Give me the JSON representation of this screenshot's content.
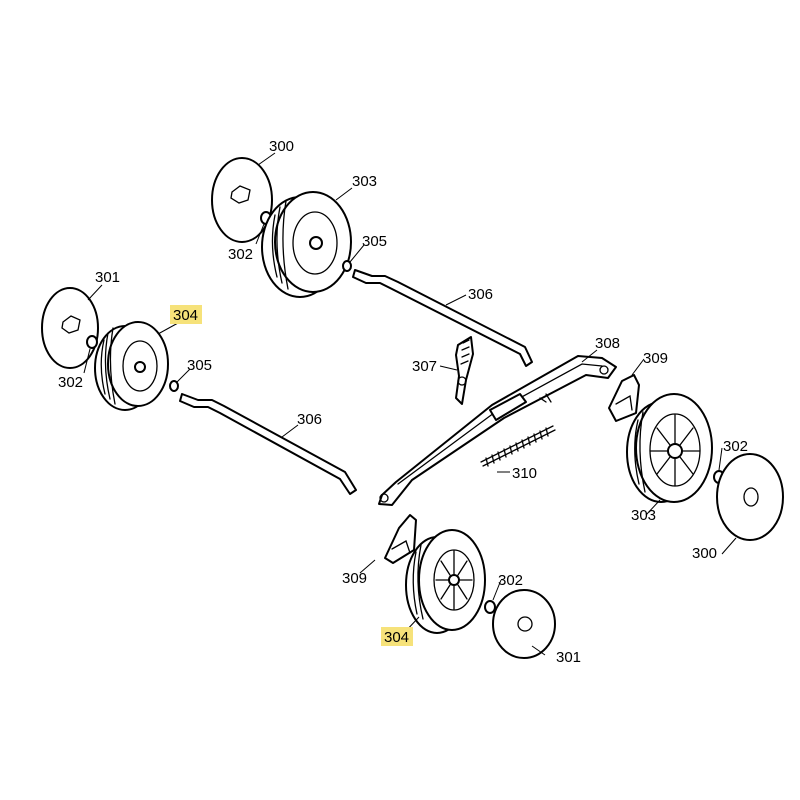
{
  "highlight_color": "#f6e27a",
  "callouts": {
    "c300_top": "300",
    "c303_top": "303",
    "c302_top": "302",
    "c305_top": "305",
    "c306_top": "306",
    "c301_left": "301",
    "c304_left": "304",
    "c302_left": "302",
    "c305_left": "305",
    "c306_left": "306",
    "c307": "307",
    "c308": "308",
    "c309_right": "309",
    "c310": "310",
    "c302_right": "302",
    "c303_right": "303",
    "c300_right": "300",
    "c309_bottom": "309",
    "c302_bottom": "302",
    "c304_bottom": "304",
    "c301_bottom": "301"
  }
}
